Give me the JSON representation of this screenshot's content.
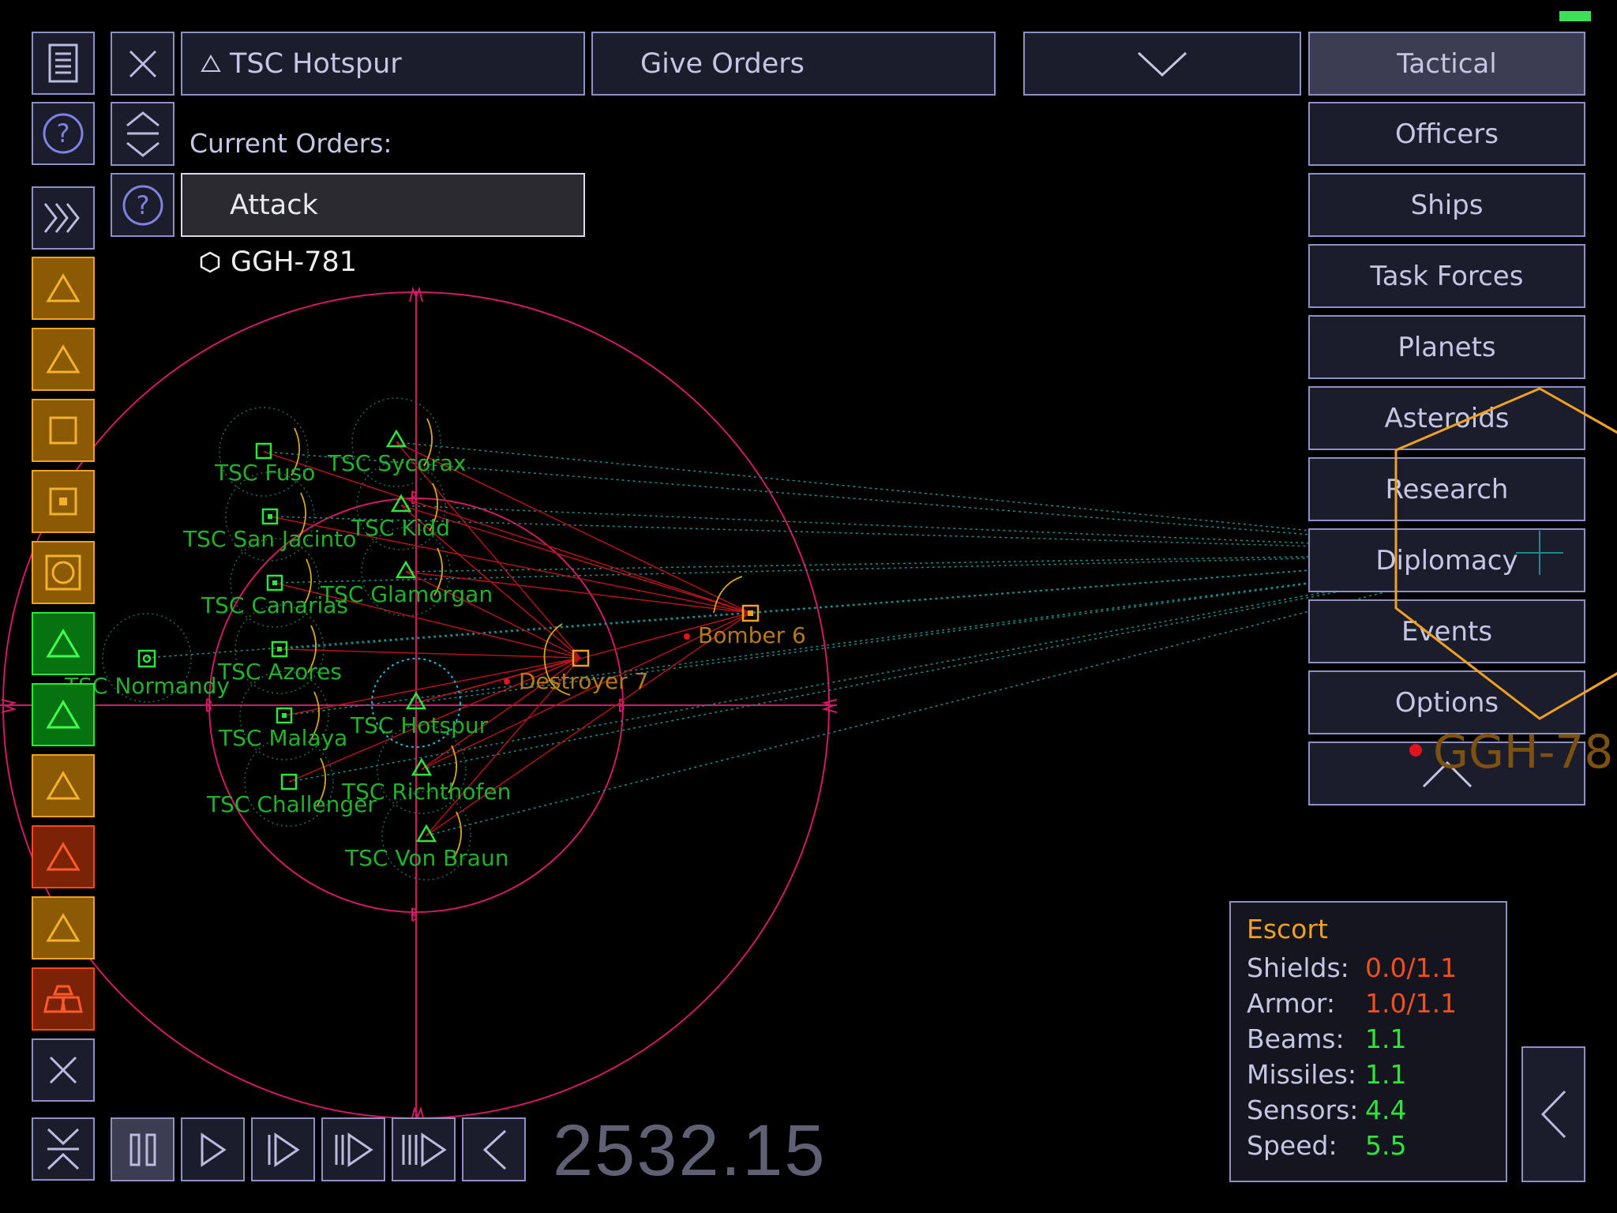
{
  "colors": {
    "accent": "#f0a21e",
    "friendly": "#2ee63a",
    "hostile": "#f0a21e",
    "ring": "#d11a66",
    "button_border": "#8e90c4",
    "value_red": "#f0501e",
    "value_green": "#2ee63a"
  },
  "header": {
    "ship_name": "TSC Hotspur",
    "give_orders_label": "Give Orders",
    "current_orders_label": "Current Orders:",
    "current_order": "Attack",
    "order_target": "GGH-781"
  },
  "right_menu": {
    "items": [
      "Tactical",
      "Officers",
      "Ships",
      "Task Forces",
      "Planets",
      "Asteroids",
      "Research",
      "Diplomacy",
      "Events",
      "Options"
    ],
    "active": "Tactical"
  },
  "map": {
    "friendly_ships": [
      {
        "name": "TSC Fuso",
        "icon": "square"
      },
      {
        "name": "TSC Sycorax",
        "icon": "triangle"
      },
      {
        "name": "TSC San Jacinto",
        "icon": "square-dot"
      },
      {
        "name": "TSC Kidd",
        "icon": "triangle"
      },
      {
        "name": "TSC Canarias",
        "icon": "square-dot"
      },
      {
        "name": "TSC Glamorgan",
        "icon": "triangle"
      },
      {
        "name": "TSC Normandy",
        "icon": "square-dot"
      },
      {
        "name": "TSC Azores",
        "icon": "square-dot"
      },
      {
        "name": "TSC Hotspur",
        "icon": "triangle"
      },
      {
        "name": "TSC Malaya",
        "icon": "square-dot"
      },
      {
        "name": "TSC Challenger",
        "icon": "square"
      },
      {
        "name": "TSC Richthofen",
        "icon": "triangle"
      },
      {
        "name": "TSC Von Braun",
        "icon": "triangle"
      }
    ],
    "hostile_ships": [
      {
        "name": "Bomber 6"
      },
      {
        "name": "Destroyer 7"
      }
    ],
    "target_label": "GGH-78"
  },
  "info_panel": {
    "title": "Escort",
    "rows": [
      {
        "label": "Shields:",
        "value": "0.0/1.1",
        "status": "red"
      },
      {
        "label": "Armor:",
        "value": "1.0/1.1",
        "status": "red"
      },
      {
        "label": "Beams:",
        "value": "1.1",
        "status": "green"
      },
      {
        "label": "Missiles:",
        "value": "1.1",
        "status": "green"
      },
      {
        "label": "Sensors:",
        "value": "4.4",
        "status": "green"
      },
      {
        "label": "Speed:",
        "value": "5.5",
        "status": "green"
      }
    ]
  },
  "timer": "2532.15",
  "sidebar_icons": [
    "list-icon",
    "help-icon",
    "fast-forward-icon",
    "triangle-icon",
    "triangle-icon",
    "square-icon",
    "square-dot-icon",
    "square-ring-icon",
    "triangle-icon",
    "triangle-icon",
    "triangle-icon",
    "triangle-icon",
    "triangle-icon",
    "stack-icon",
    "close-icon",
    "collapse-icon"
  ]
}
